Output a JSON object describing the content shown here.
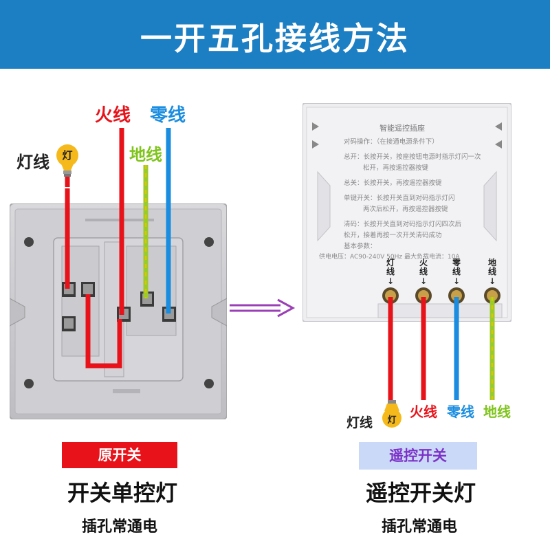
{
  "title": "一开五孔接线方法",
  "left": {
    "wires": {
      "live": "火线",
      "neutral": "零线",
      "ground": "地线",
      "lamp": "灯线",
      "lamp_icon": "灯"
    },
    "badge": "原开关",
    "caption": "开关单控灯",
    "sub_caption": "插孔常通电"
  },
  "right": {
    "panel_title": "智能遥控插座",
    "instructions": [
      "对码操作：（在接通电源条件下）",
      "总开：长按开关，按座按钮电源时指示灯闪一次",
      "松开，再按遥控器按键",
      "总关：长按开关，再按遥控器按键",
      "单键开关：长按开关直到对码指示灯闪",
      "两次后松开，再按遥控器按键",
      "清码：长按开关直到对码指示灯闪四次后",
      "松开，接着再按一次开关清码成功",
      "基本参数：",
      "供电电压：AC90-240V 50Hz 最大负载电流：10A"
    ],
    "terminals": [
      "灯线",
      "火线",
      "零线",
      "地线"
    ],
    "wires": {
      "lamp": "灯线",
      "lamp_icon": "灯",
      "live": "火线",
      "neutral": "零线",
      "ground": "地线"
    },
    "badge": "遥控开关",
    "caption": "遥控开关灯",
    "sub_caption": "插孔常通电"
  },
  "colors": {
    "header": "#1d7fc3",
    "live": "#e8131a",
    "neutral": "#1a8de0",
    "ground": "#9acb2c",
    "ground_stripe": "#e0c400",
    "badge_red": "#e8131a",
    "badge_blue": "#c9d9f7",
    "badge_blue_text": "#7d31c8",
    "arrow": "#9b3fb6",
    "bulb": "#f5b91c"
  }
}
